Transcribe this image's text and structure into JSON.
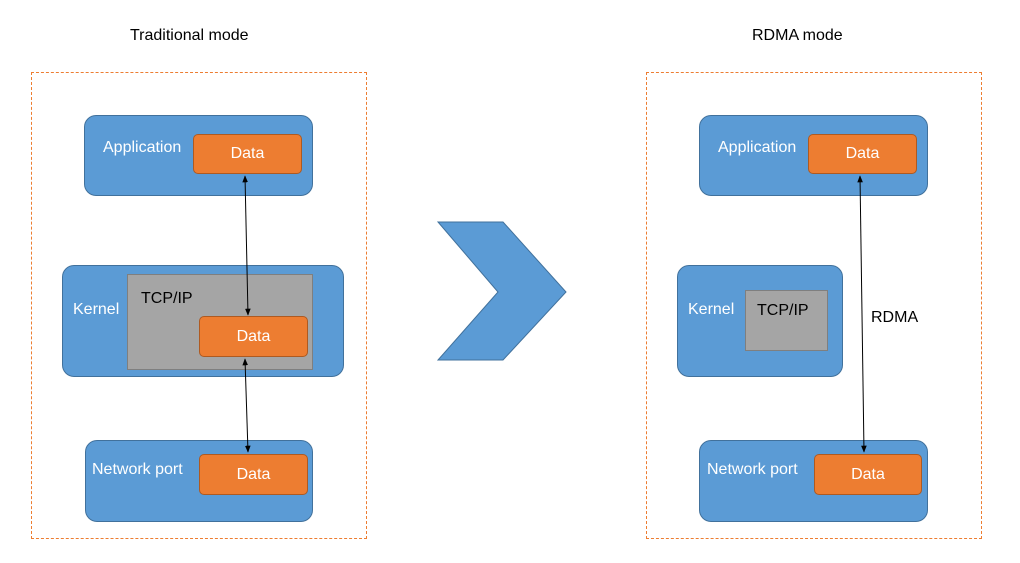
{
  "traditional": {
    "title": "Traditional mode",
    "application_label": "Application",
    "kernel_label": "Kernel",
    "tcpip_label": "TCP/IP",
    "network_label": "Network port",
    "data_label": "Data"
  },
  "rdma": {
    "title": "RDMA mode",
    "application_label": "Application",
    "kernel_label": "Kernel",
    "tcpip_label": "TCP/IP",
    "network_label": "Network port",
    "data_label": "Data",
    "link_label": "RDMA"
  },
  "colors": {
    "layer_fill": "#5b9bd5",
    "data_fill": "#ed7d31",
    "stack_fill": "#a5a5a5",
    "frame_border": "#ed7d31"
  }
}
